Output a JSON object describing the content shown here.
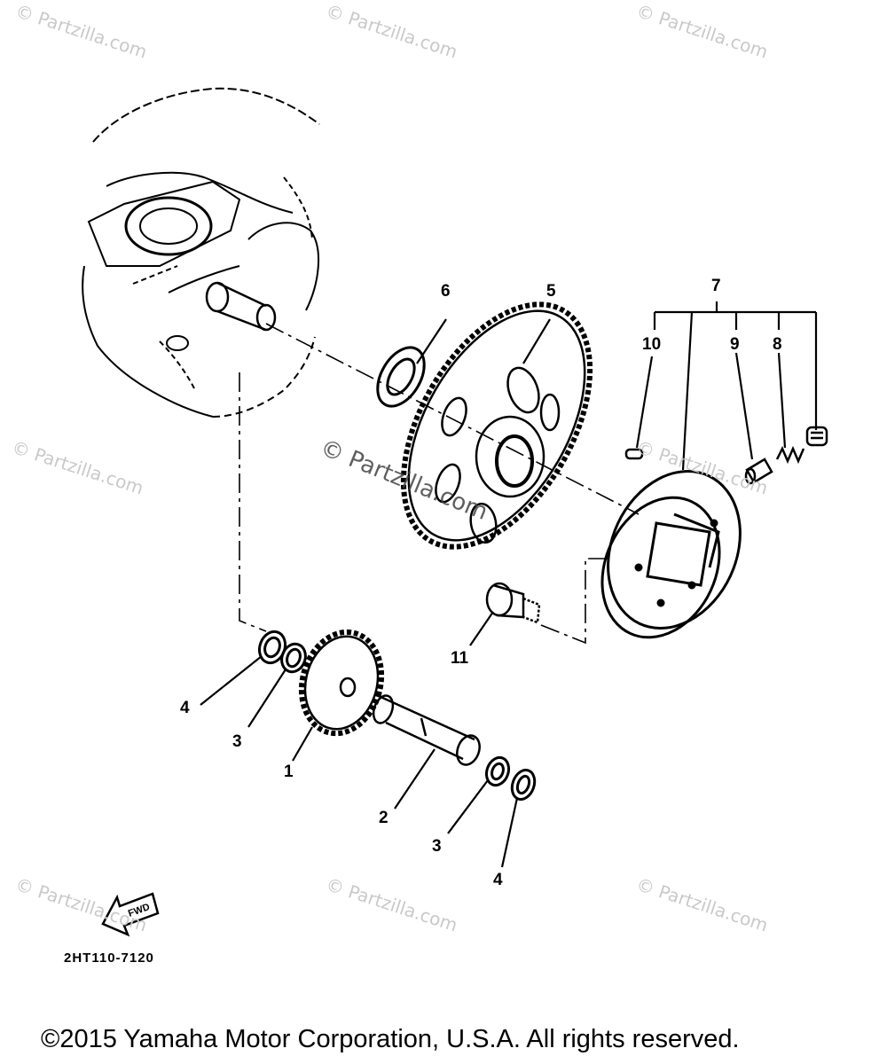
{
  "watermark_text": "© Partzilla.com",
  "center_watermark_text": "© Partzilla.com",
  "callouts": {
    "c1": "1",
    "c2": "2",
    "c3a": "3",
    "c3b": "3",
    "c4a": "4",
    "c4b": "4",
    "c5": "5",
    "c6": "6",
    "c7": "7",
    "c8": "8",
    "c9": "9",
    "c10": "10",
    "c11": "11"
  },
  "fwd_label": "FWD",
  "drawing_code": "2HT110-7120",
  "copyright": "©2015  Yamaha Motor Corporation, U.S.A. All rights reserved."
}
